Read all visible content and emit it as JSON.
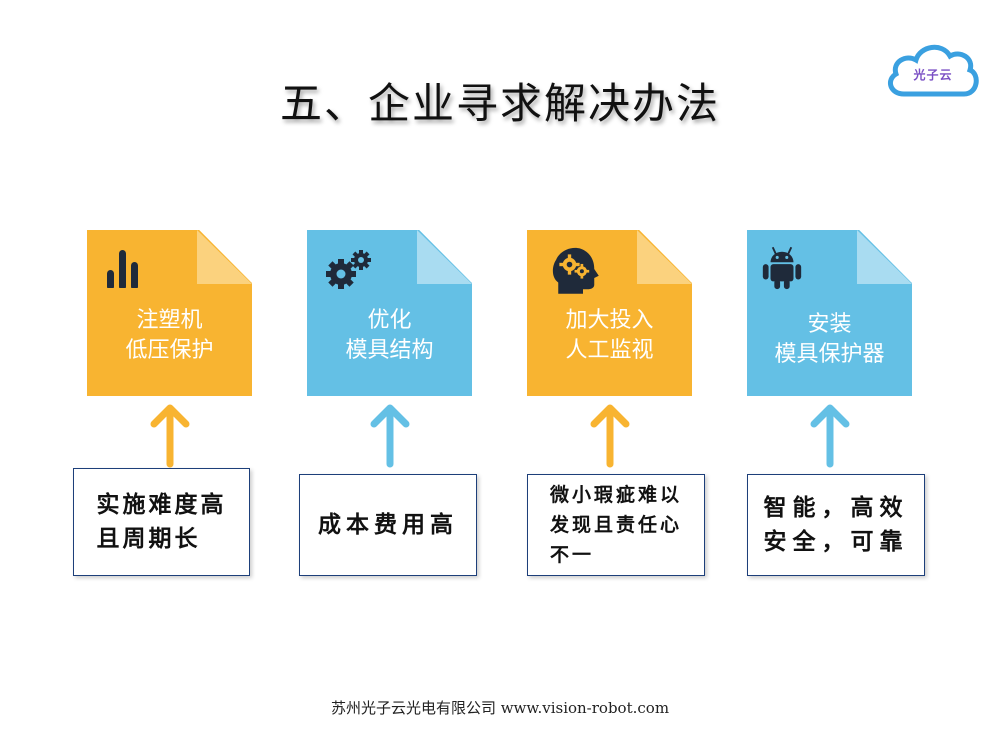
{
  "logo": {
    "text": "光子云",
    "color": "#7a4fc4",
    "cloud_color": "#3aa0e0"
  },
  "title": "五、企业寻求解决办法",
  "colors": {
    "orange": "#f8b431",
    "blue": "#64c0e5",
    "box_border": "#1d3f7a",
    "icon": "#1f2a3a"
  },
  "cards": [
    {
      "color": "orange",
      "icon": "bar-chart-icon",
      "lines": [
        "注塑机",
        "低压保护"
      ]
    },
    {
      "color": "blue",
      "icon": "gears-icon",
      "lines": [
        "优化",
        "模具结构"
      ]
    },
    {
      "color": "orange",
      "icon": "brain-gears-icon",
      "lines": [
        "加大投入",
        "人工监视"
      ]
    },
    {
      "color": "blue",
      "icon": "android-icon",
      "lines": [
        "安装",
        "模具保护器"
      ]
    }
  ],
  "problems": [
    {
      "lines": [
        "实施难度高",
        "且周期长"
      ]
    },
    {
      "lines": [
        "成本费用高"
      ]
    },
    {
      "lines": [
        "微小瑕疵难以",
        "发现且责任心",
        "不一"
      ]
    },
    {
      "lines": [
        "智能，高效",
        "安全，可靠"
      ]
    }
  ],
  "footer": "苏州光子云光电有限公司 www.vision-robot.com"
}
